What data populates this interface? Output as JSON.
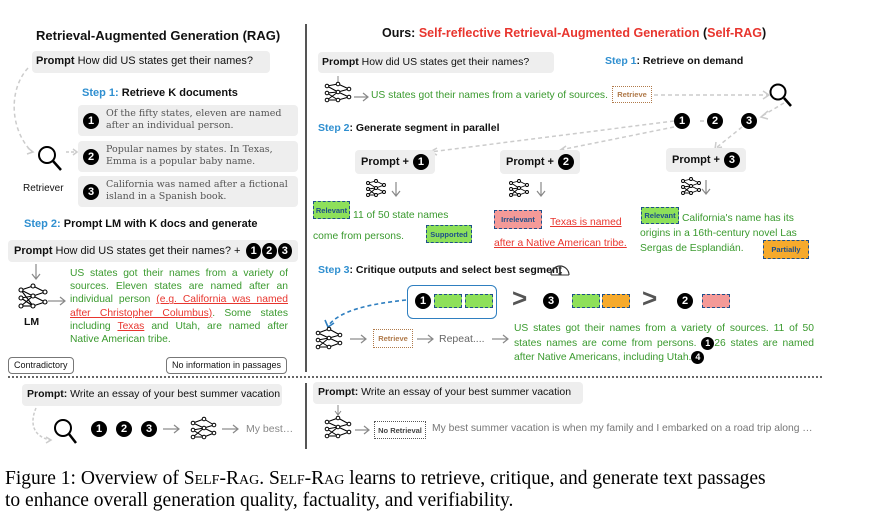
{
  "rag": {
    "title": "Retrieval-Augmented Generation (RAG)",
    "prompt_label": "Prompt",
    "prompt_text": "How did US states get their names?",
    "step1_prefix": "Step 1:",
    "step1_text": "Retrieve K documents",
    "retriever_label": "Retriever",
    "documents": [
      {
        "num": "1",
        "text": "Of the fifty states, eleven are named after an individual person."
      },
      {
        "num": "2",
        "text": "Popular names by states. In Texas, Emma is a popular baby name."
      },
      {
        "num": "3",
        "text": "California was named after a fictional island in a Spanish book."
      }
    ],
    "step2_prefix": "Step 2:",
    "step2_text": "Prompt LM with K docs and generate",
    "prompt2_text": "How did US states get their names? +",
    "prompt2_nums": [
      "1",
      "2",
      "3"
    ],
    "lm_label": "LM",
    "output_part1": "US states got their names from a variety of sources. Eleven states are named after an individual person ",
    "output_red1": "(e.g. California was named after Christopher Columbus)",
    "output_part2": ". Some states including ",
    "output_red2": "Texas",
    "output_part3": " and Utah, are named after Native American tribe.",
    "callout_contradictory": "Contradictory",
    "callout_noinfo": "No information in passages",
    "bottom_prompt_label": "Prompt:",
    "bottom_prompt_text": "Write an essay of your best summer vacation",
    "bottom_nums": [
      "1",
      "2",
      "3"
    ],
    "bottom_output": "My best…"
  },
  "selfrag": {
    "title_ours": "Ours:",
    "title_main": "Self-reflective Retrieval-Augmented Generation",
    "title_paren_open": "(",
    "title_short": "Self-RAG",
    "title_paren_close": ")",
    "prompt_label": "Prompt",
    "prompt_text": "How did US states get their names?",
    "step1_prefix": "Step 1",
    "step1_text": ": Retrieve on demand",
    "first_output": "US states got their names from a variety of sources.",
    "retrieve_tag": "Retrieve",
    "retrieved_nums": [
      "1",
      "2",
      "3"
    ],
    "step2_prefix": "Step 2",
    "step2_text": ": Generate segment in parallel",
    "branches": [
      {
        "prompt": "Prompt +",
        "num": "1",
        "rel_tag": "Relevant",
        "text": "11 of 50 state names come from persons.",
        "extra_tag": "Supported"
      },
      {
        "prompt": "Prompt +",
        "num": "2",
        "rel_tag": "Irrelevant",
        "text": "Texas is named after a Native American tribe."
      },
      {
        "prompt": "Prompt +",
        "num": "3",
        "rel_tag": "Relevant",
        "text": "California's name has its origins in a 16th-century novel Las Sergas de Esplandián.",
        "extra_tag": "Partially"
      }
    ],
    "step3_prefix": "Step 3",
    "step3_text": ": Critique outputs and select best segment",
    "ranking": [
      {
        "num": "1",
        "chips": [
          "relevant",
          "supported"
        ]
      },
      {
        "num": "3",
        "chips": [
          "relevant",
          "partially"
        ]
      },
      {
        "num": "2",
        "chips": [
          "irrelevant"
        ]
      }
    ],
    "gt": ">",
    "retrieve_tag2": "Retrieve",
    "repeat_text": "Repeat....",
    "final_output_1": "US states got their names from a variety of sources. 11 of 50 states names are come from persons.",
    "final_num_1": "1",
    "final_output_2": "26 states are named after Native Americans, including Utah.",
    "final_num_2": "4",
    "bottom_prompt_label": "Prompt:",
    "bottom_prompt_text": "Write an essay of your best summer vacation",
    "no_retrieval_tag": "No Retrieval",
    "bottom_output": "My best summer vacation is when my family and I embarked on a road trip along …"
  },
  "caption": {
    "prefix": "Figure 1: Overview of ",
    "name1": "Self-Rag",
    "mid": ". ",
    "name2": "Self-Rag",
    "rest_line1": " learns to retrieve, critique, and generate text passages",
    "line2": "to enhance overall generation quality, factuality, and verifiability."
  },
  "colors": {
    "step_blue": "#2f8fd0",
    "title_red": "#e8352e",
    "output_green": "#3a9a2e",
    "relevant_green": "#8ee05a",
    "irrelevant_pink": "#f49a98",
    "partially_orange": "#f6aa2c",
    "retrieve_brown": "#b07a4a"
  }
}
